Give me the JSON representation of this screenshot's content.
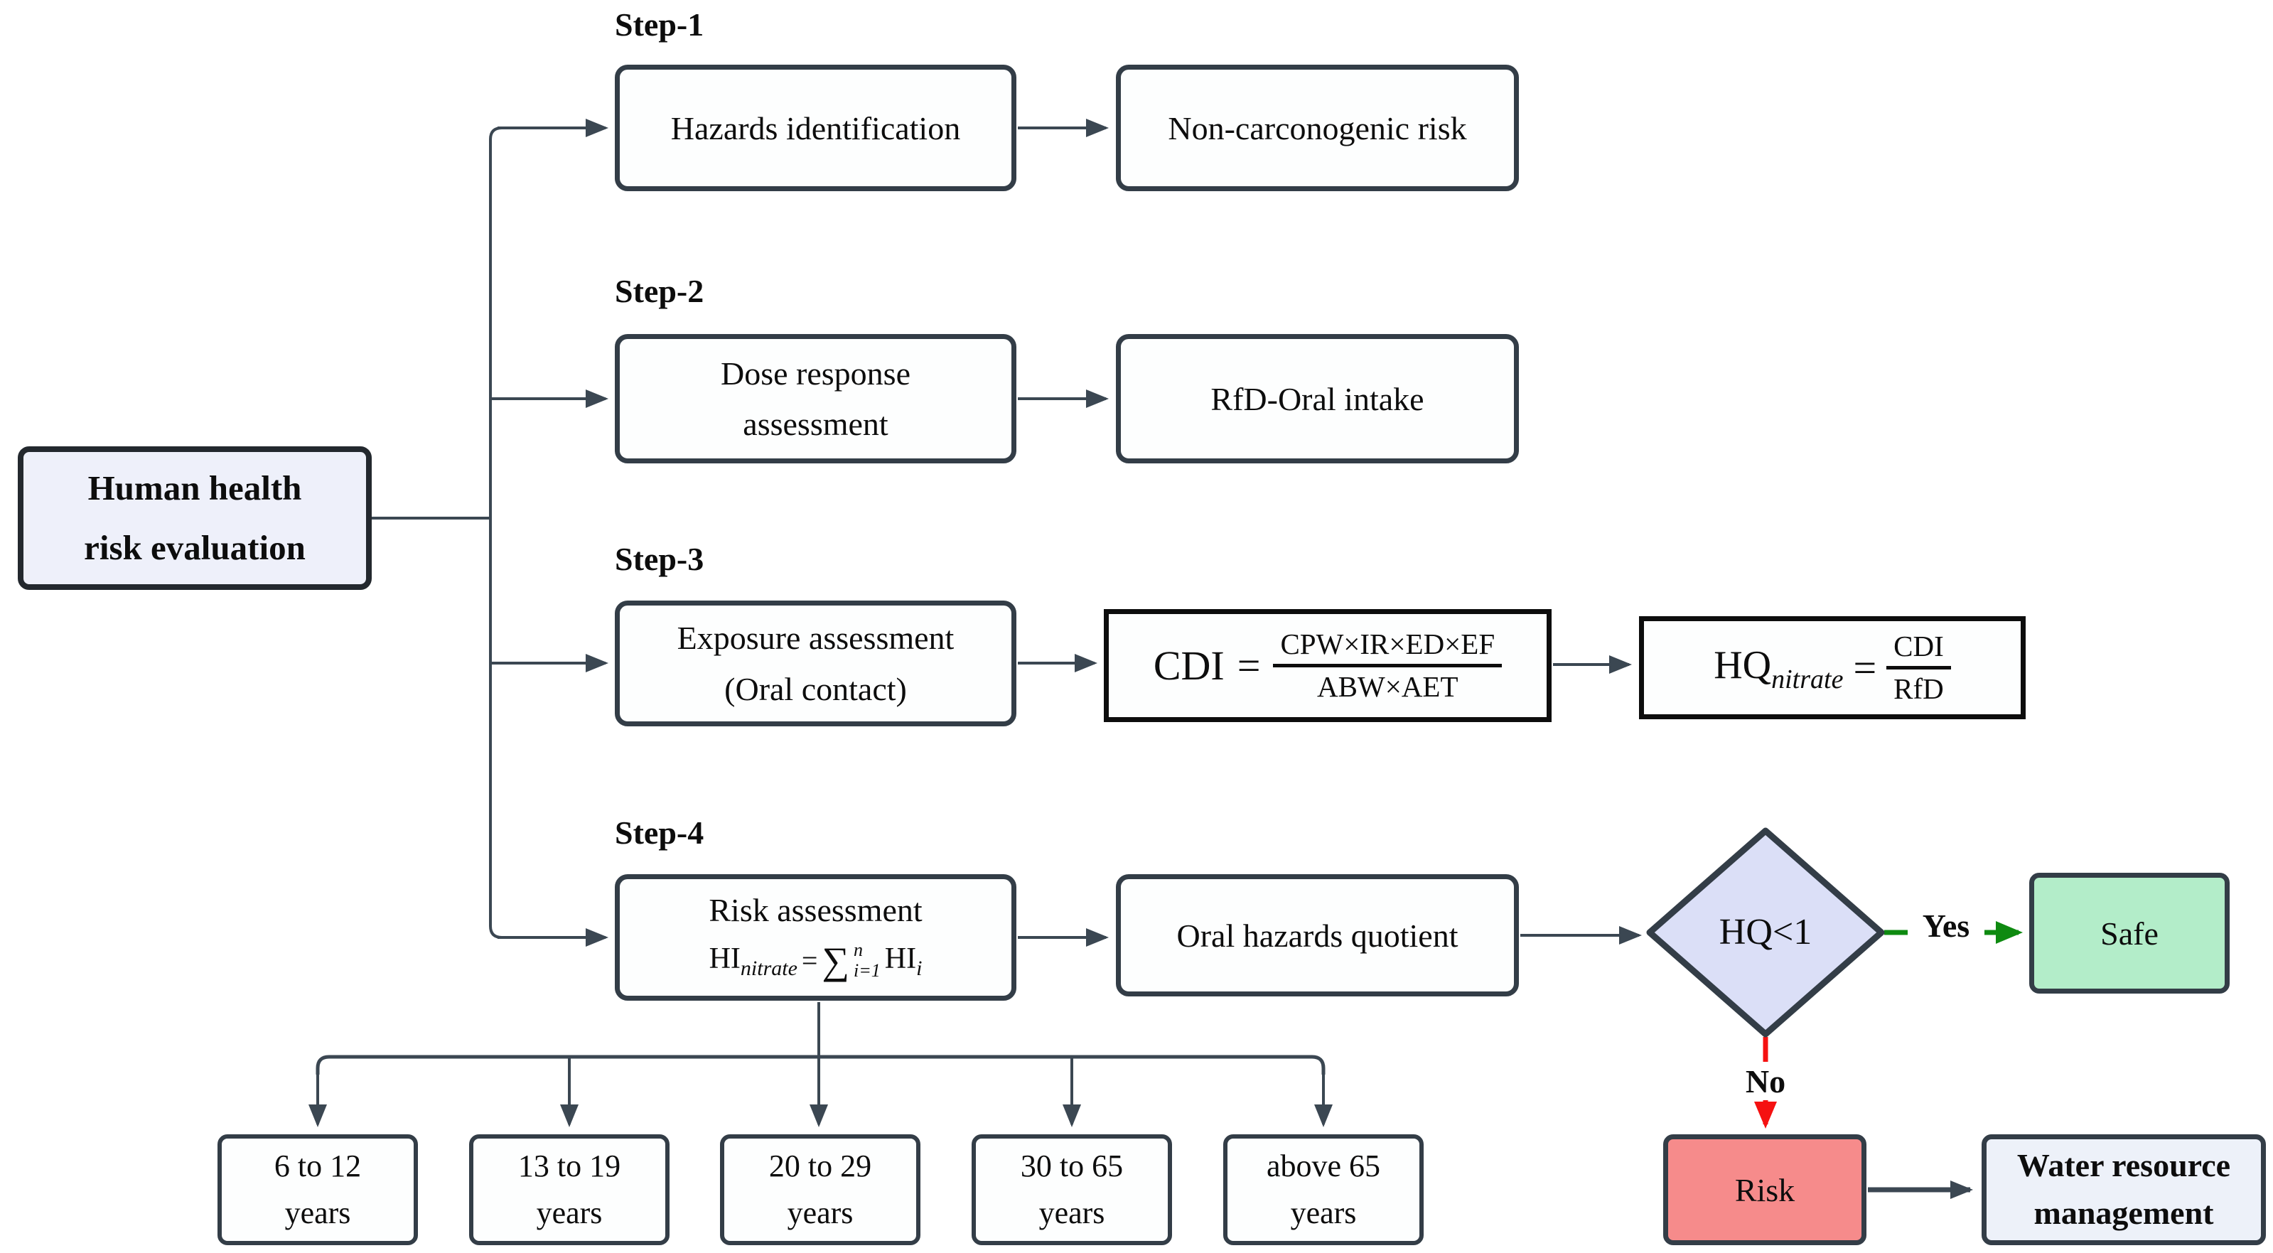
{
  "title": "Human health risk evaluation flowchart",
  "root": {
    "lines": [
      "Human health",
      "risk evaluation"
    ]
  },
  "steps": {
    "s1": {
      "label": "Step-1",
      "box1": "Hazards identification",
      "box2": "Non-carconogenic risk"
    },
    "s2": {
      "label": "Step-2",
      "box1_lines": [
        "Dose response",
        "assessment"
      ],
      "box2": "RfD-Oral intake"
    },
    "s3": {
      "label": "Step-3",
      "box1_lines": [
        "Exposure assessment",
        "(Oral contact)"
      ]
    },
    "s4": {
      "label": "Step-4",
      "box1_title": "Risk assessment",
      "box2": "Oral hazards quotient"
    }
  },
  "formulas": {
    "cdi": {
      "lhs": "CDI",
      "eq": "=",
      "num": "CPW×IR×ED×EF",
      "den": "ABW×AET"
    },
    "hq": {
      "base": "HQ",
      "sub": "nitrate",
      "eq": "=",
      "num": "CDI",
      "den": "RfD"
    },
    "hi": {
      "base": "HI",
      "sub": "nitrate",
      "eq": "=",
      "sigma": "∑",
      "sup": "n",
      "lower": "i=1",
      "rhs_base": "HI",
      "rhs_sub": "i"
    }
  },
  "decision": {
    "label": "HQ<1",
    "yes": "Yes",
    "no": "No"
  },
  "outcomes": {
    "safe": "Safe",
    "risk": "Risk",
    "water_lines": [
      "Water resource",
      "management"
    ]
  },
  "age_groups": [
    {
      "lines": [
        "6 to 12",
        "years"
      ]
    },
    {
      "lines": [
        "13 to 19",
        "years"
      ]
    },
    {
      "lines": [
        "20 to 29",
        "years"
      ]
    },
    {
      "lines": [
        "30 to 65",
        "years"
      ]
    },
    {
      "lines": [
        "above 65",
        "years"
      ]
    }
  ],
  "colors": {
    "background": "#ffffff",
    "node_border": "#333d47",
    "node_fill": "#fdfefe",
    "root_fill": "#eef0fa",
    "diamond_fill": "#dbdff7",
    "safe_fill": "#b3edc9",
    "risk_fill": "#f68b8b",
    "water_fill": "#edf1f9",
    "formula_border": "#0d0d0d",
    "connector": "#3b4752",
    "yes_green": "#0e8a10",
    "no_red": "#f51111"
  }
}
